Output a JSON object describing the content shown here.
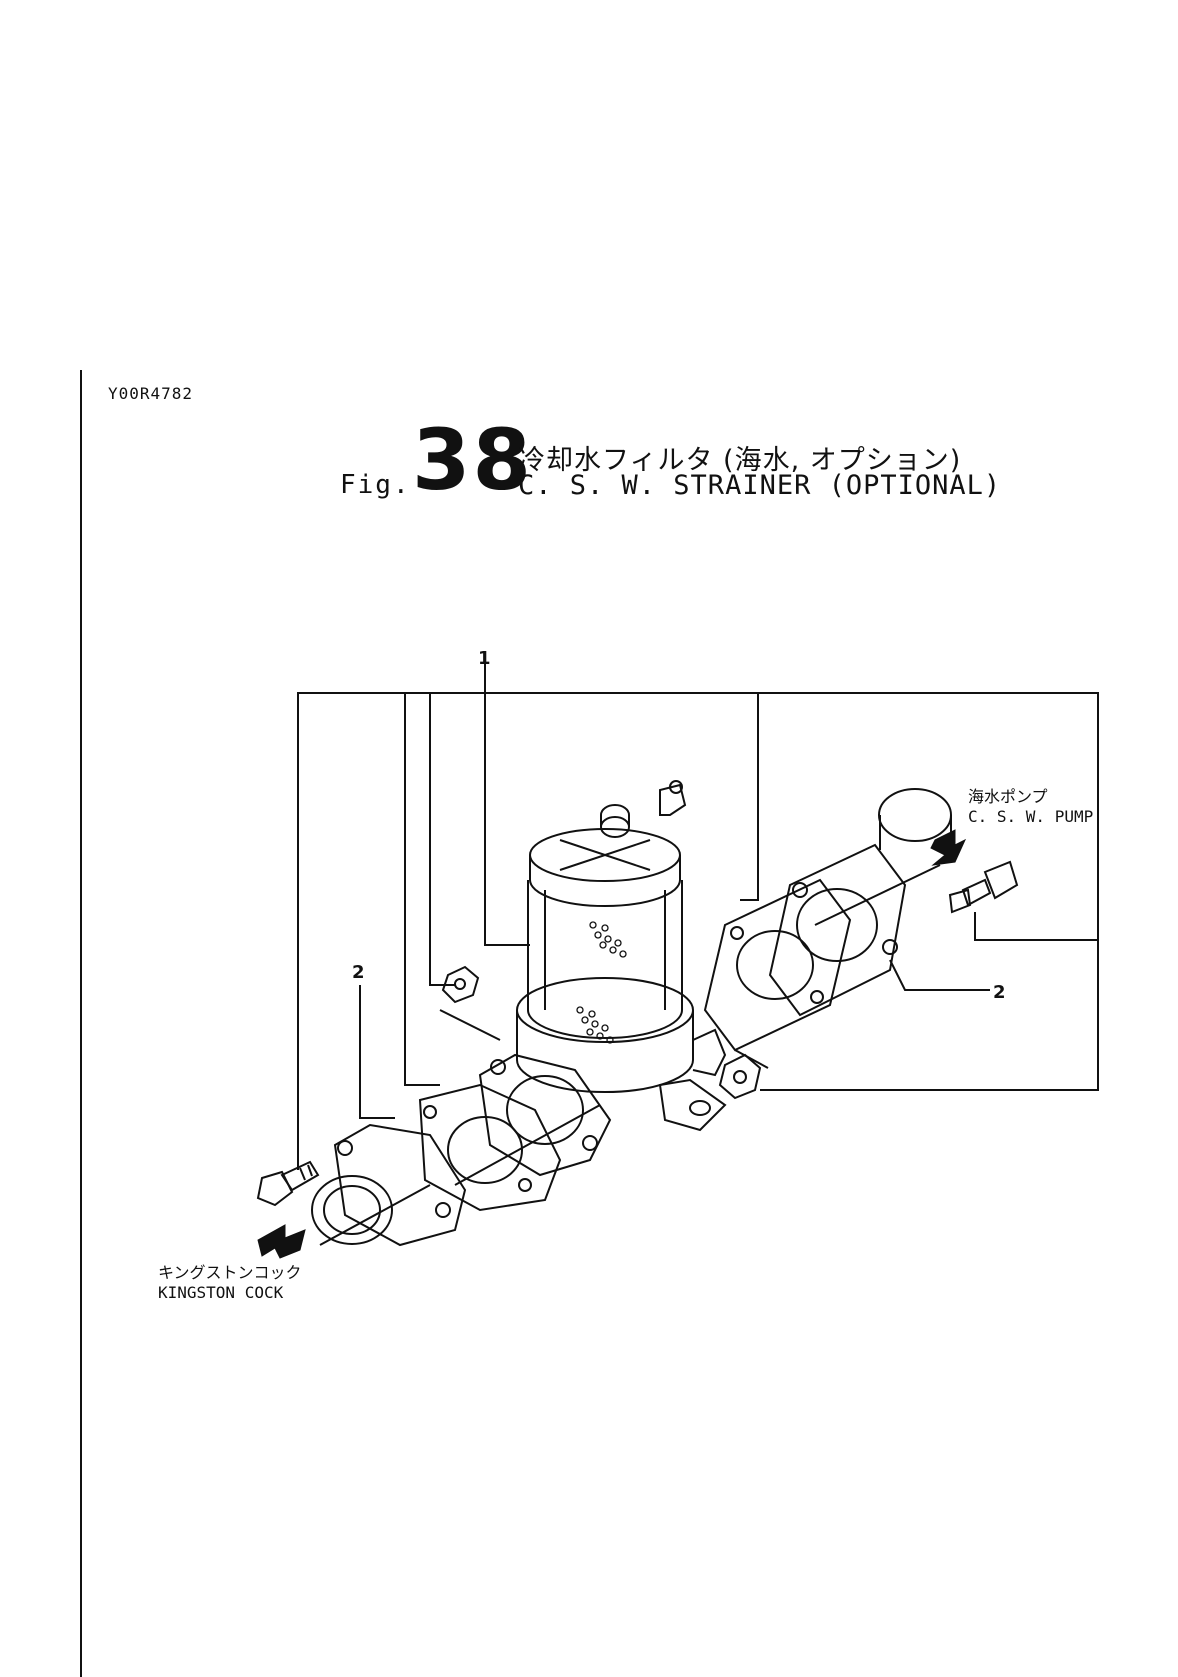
{
  "header": {
    "doc_code": "Y00R4782",
    "fig_prefix": "Fig.",
    "fig_number": "38",
    "title_ja": "冷却水フィルタ (海水, オプション)",
    "title_en": "C. S. W. STRAINER (OPTIONAL)"
  },
  "callouts": {
    "part_1": "1",
    "part_2_left": "2",
    "part_2_right": "2"
  },
  "labels": {
    "pump_ja": "海水ポンプ",
    "pump_en": "C. S. W. PUMP",
    "kingston_ja": "キングストンコック",
    "kingston_en": "KINGSTON COCK"
  }
}
